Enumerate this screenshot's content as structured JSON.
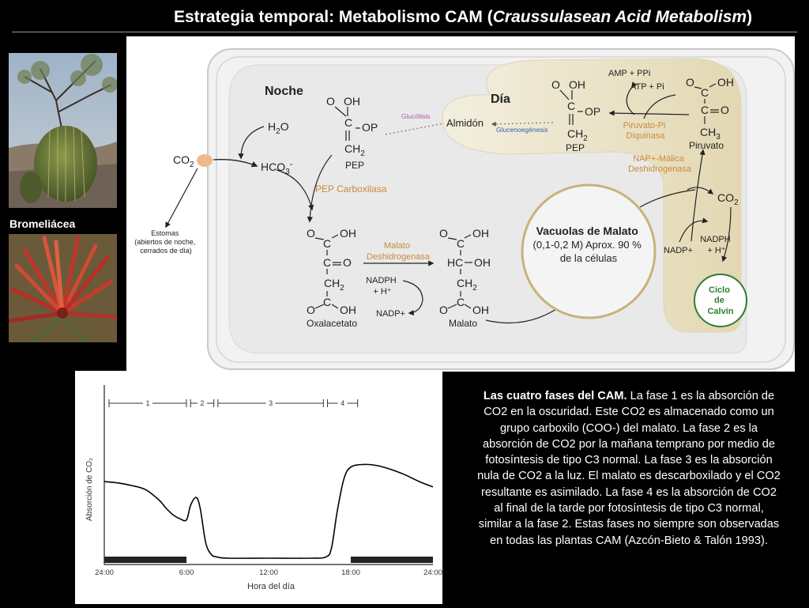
{
  "title": {
    "prefix": "Estrategia temporal: Metabolismo CAM (",
    "italic": "Craussulasean Acid Metabolism",
    "suffix": ")"
  },
  "photos": {
    "bromeliad_label": "Bromeliácea"
  },
  "diagram": {
    "night": "Noche",
    "day": "Día",
    "co2": "CO",
    "co2_sub": "2",
    "stomata": [
      "Estomas",
      "(abiertos de noche,",
      "cerrados de día)"
    ],
    "h2o": "H",
    "h2o_sub": "2",
    "h2o_end": "O",
    "hco3": "HCO",
    "hco3_sub": "3",
    "hco3_sup": "-",
    "pep_label": "PEP",
    "pep_carboxylase": "PEP Carboxilasa",
    "glycolysis": "Glucólisis",
    "gluconeogenesis": "Glucenoegénesis",
    "starch": "Almidón",
    "oxaloacetate": "Oxalacetato",
    "malate_dh": [
      "Malato",
      "Deshidrogenasa"
    ],
    "nadph": [
      "NADPH",
      "+ H⁺"
    ],
    "nadp": "NADP+",
    "malate": "Malato",
    "vacuole": [
      "Vacuolas de Malato",
      "(0,1-0,2 M) Aprox. 90 %",
      "de la células"
    ],
    "amp_ppi": "AMP + PPi",
    "atp_pi": "ATP + Pi",
    "pp_dikinase": [
      "Piruvato-Pi",
      "Diquinasa"
    ],
    "pyruvate": "Piruvato",
    "nap_malic": [
      "NAP+-Málica",
      "Deshidrogenasa"
    ],
    "co2_right": "CO",
    "nadp_right": "NADP+",
    "nadph_right": [
      "NADPH",
      "+ H⁺"
    ],
    "calvin": [
      "Ciclo",
      "de",
      "Calvin"
    ],
    "formula_cooh_c": "C",
    "formula_o": "O",
    "formula_oh": "OH",
    "formula_op": "OP",
    "formula_ch2": "CH",
    "formula_ch3": "CH",
    "formula_hc": "HC",
    "sub2": "2",
    "sub3": "3"
  },
  "graph": {
    "phases": [
      "1",
      "2",
      "3",
      "4"
    ],
    "ylabel": "Absorción de CO₂",
    "xlabel": "Hora del día",
    "xticks": [
      "24:00",
      "6:00",
      "12:00",
      "18:00",
      "24:00"
    ]
  },
  "chart_data": {
    "type": "line",
    "title": "",
    "xlabel": "Hora del día",
    "ylabel": "Absorción de CO₂",
    "categories": [
      "24:00",
      "6:00",
      "12:00",
      "18:00",
      "24:00"
    ],
    "xlim": [
      0,
      24
    ],
    "ylim": [
      0,
      1
    ],
    "x": [
      0,
      1,
      2,
      3,
      4,
      4.5,
      5,
      5.5,
      6,
      6.3,
      6.7,
      7,
      7.4,
      7.8,
      8.2,
      9,
      12,
      15,
      16.2,
      16.6,
      17,
      17.5,
      18,
      19,
      20,
      21,
      22,
      23,
      24
    ],
    "series": [
      {
        "values": [
          0.58,
          0.57,
          0.55,
          0.52,
          0.44,
          0.38,
          0.33,
          0.3,
          0.29,
          0.4,
          0.46,
          0.38,
          0.12,
          0.03,
          0.01,
          0.0,
          0.0,
          0.0,
          0.01,
          0.08,
          0.35,
          0.6,
          0.69,
          0.71,
          0.7,
          0.67,
          0.63,
          0.58,
          0.54
        ]
      }
    ],
    "night_bars": [
      [
        0,
        6
      ],
      [
        18,
        24
      ]
    ],
    "grid": false,
    "legend": "none",
    "colors": [
      "#000000"
    ]
  },
  "caption": {
    "bold": "Las cuatro fases del CAM.",
    "text": " La fase 1 es la absorción de CO2 en la oscuridad. Este CO2 es almacenado como un grupo carboxilo (COO-) del malato. La fase 2 es la absorción de CO2 por la mañana temprano por medio de fotosíntesis de tipo C3 normal. La fase 3 es la absorción nula de CO2 a la luz. El malato es descarboxilado y el CO2 resultante es asimilado. La fase 4 es la absorción de CO2 al final de la tarde por fotosíntesis de tipo C3 normal, similar a la fase 2. Estas fases no siempre son observadas en todas las plantas CAM (Azcón-Bieto & Talón 1993)."
  },
  "colors": {
    "background": "#000000",
    "enzyme": "#c98a3c",
    "glycolysis": "#b05aa0",
    "gluconeogenesis": "#3b5ea8",
    "calvin": "#2e7d32",
    "vacuole_ring": "#c8b27a",
    "day_fill": "#ebe4c8",
    "cell_fill": "#eeeeee"
  }
}
